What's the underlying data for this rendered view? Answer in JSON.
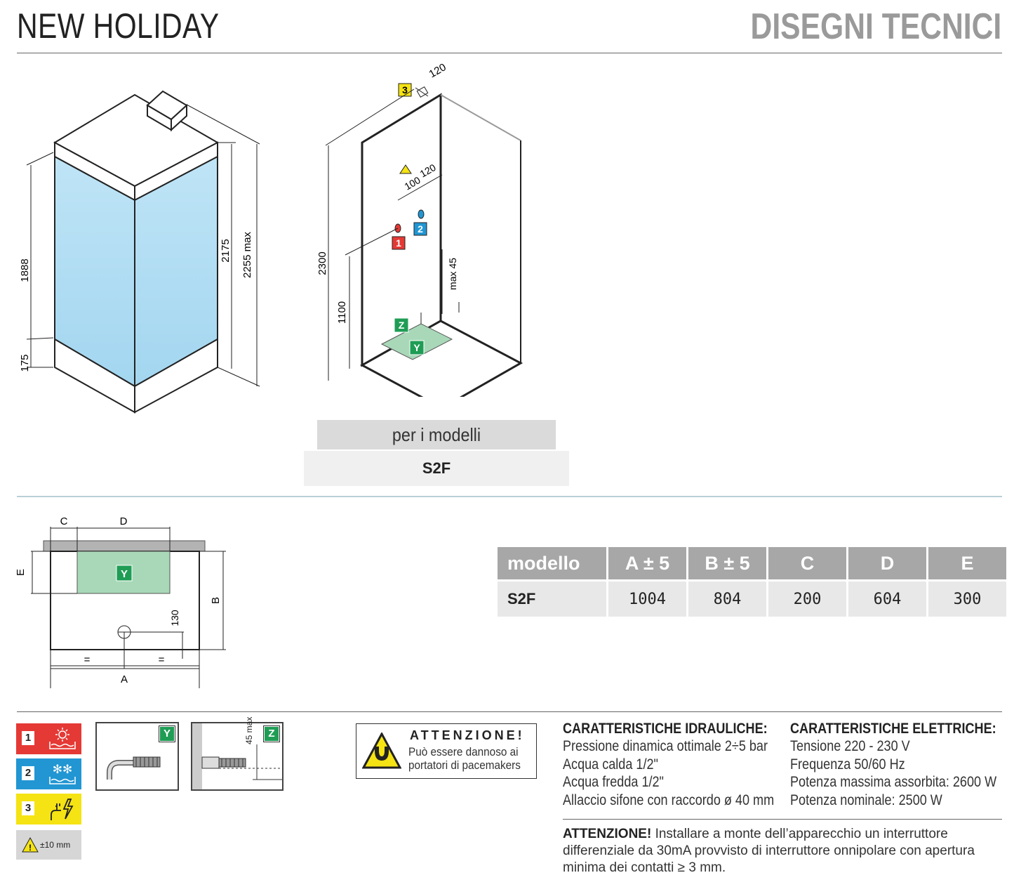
{
  "header": {
    "product": "NEW HOLIDAY",
    "section": "DISEGNI TECNICI"
  },
  "iso_drawing": {
    "dims": {
      "glass": "1888",
      "base": "175",
      "height": "2175",
      "height_max": "2255 max"
    }
  },
  "install_drawing": {
    "dims": {
      "power_offset": "120",
      "pipe_spacing": "100",
      "pipe_offset": "120",
      "ceiling": "2300",
      "pipe_height": "1100",
      "drain_max": "max 45"
    },
    "badges": {
      "hot": "1",
      "cold": "2",
      "power": "3",
      "drain_z": "Z",
      "drain_y": "Y"
    }
  },
  "models_box": {
    "label": "per i modelli",
    "value": "S2F"
  },
  "plan_drawing": {
    "labels": {
      "c": "C",
      "d": "D",
      "e": "E",
      "b": "B",
      "a": "A",
      "equal_left": "=",
      "equal_right": "=",
      "drain_offset": "130",
      "y": "Y"
    }
  },
  "table": {
    "headers": [
      "modello",
      "A ± 5",
      "B ± 5",
      "C",
      "D",
      "E"
    ],
    "rows": [
      [
        "S2F",
        "1004",
        "804",
        "200",
        "604",
        "300"
      ]
    ]
  },
  "legend": {
    "items": [
      {
        "num": "1",
        "color": "#e53935",
        "icon": "hot-water-icon"
      },
      {
        "num": "2",
        "color": "#2196d3",
        "icon": "cold-water-icon"
      },
      {
        "num": "3",
        "color": "#f5e313",
        "icon": "electric-plug-icon"
      }
    ],
    "tolerance": "±10 mm",
    "drain_y_badge": "Y",
    "drain_z_badge": "Z",
    "drain_z_dim": "45 max"
  },
  "warning_box": {
    "title": "ATTENZIONE!",
    "text": "Può essere dannoso ai portatori di pacemakers"
  },
  "hydraulic": {
    "title": "CARATTERISTICHE IDRAULICHE:",
    "lines": [
      "Pressione dinamica ottimale 2÷5 bar",
      "Acqua calda 1/2\"",
      "Acqua fredda 1/2\"",
      "Allaccio sifone con raccordo ø 40 mm"
    ]
  },
  "electrical": {
    "title": "CARATTERISTICHE ELETTRICHE:",
    "lines": [
      "Tensione 220 - 230 V",
      "Frequenza 50/60 Hz",
      "Potenza massima assorbita: 2600 W",
      "Potenza nominale: 2500 W"
    ]
  },
  "note": {
    "bold": "ATTENZIONE!",
    "text": " Installare a monte dell’apparecchio un interruttore differenziale da 30mA provvisto di interruttore onnipolare con apertura minima dei contatti ≥ 3 mm."
  },
  "colors": {
    "glass": "#a8d8f0",
    "drain_area": "#a8d8b8",
    "header_gray": "#9a9a9a"
  }
}
